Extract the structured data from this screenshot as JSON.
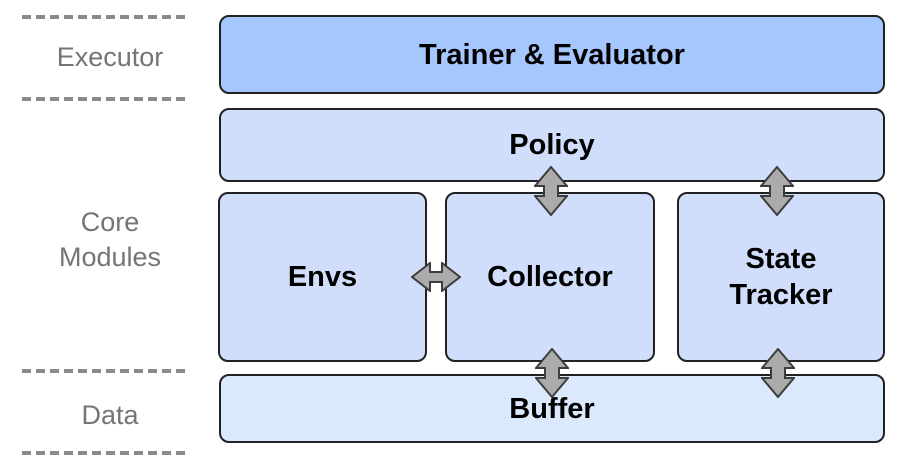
{
  "diagram": {
    "type": "architecture-block-diagram",
    "lane_labels": {
      "executor": "Executor",
      "core_modules": "Core Modules",
      "data": "Data"
    },
    "boxes": {
      "trainer_evaluator": "Trainer & Evaluator",
      "policy": "Policy",
      "envs": "Envs",
      "collector": "Collector",
      "state_tracker": "State Tracker",
      "buffer": "Buffer"
    },
    "connectors": [
      {
        "from": "Policy",
        "to": "Collector",
        "style": "double-arrow",
        "orientation": "vertical"
      },
      {
        "from": "Policy",
        "to": "State Tracker",
        "style": "double-arrow",
        "orientation": "vertical"
      },
      {
        "from": "Envs",
        "to": "Collector",
        "style": "double-arrow",
        "orientation": "horizontal"
      },
      {
        "from": "Collector",
        "to": "Buffer",
        "style": "double-arrow",
        "orientation": "vertical"
      },
      {
        "from": "State Tracker",
        "to": "Buffer",
        "style": "double-arrow",
        "orientation": "vertical"
      }
    ],
    "colors": {
      "executor_box_fill": "#a6c6fe",
      "module_box_fill": "#d0defc",
      "data_box_fill": "#dbe9fc",
      "box_border": "#212121",
      "arrow_fill": "#ababab",
      "arrow_stroke": "#3d3d3d",
      "lane_label_text": "#757575",
      "dashed_line": "#8a8a8a",
      "background": "#ffffff"
    }
  }
}
